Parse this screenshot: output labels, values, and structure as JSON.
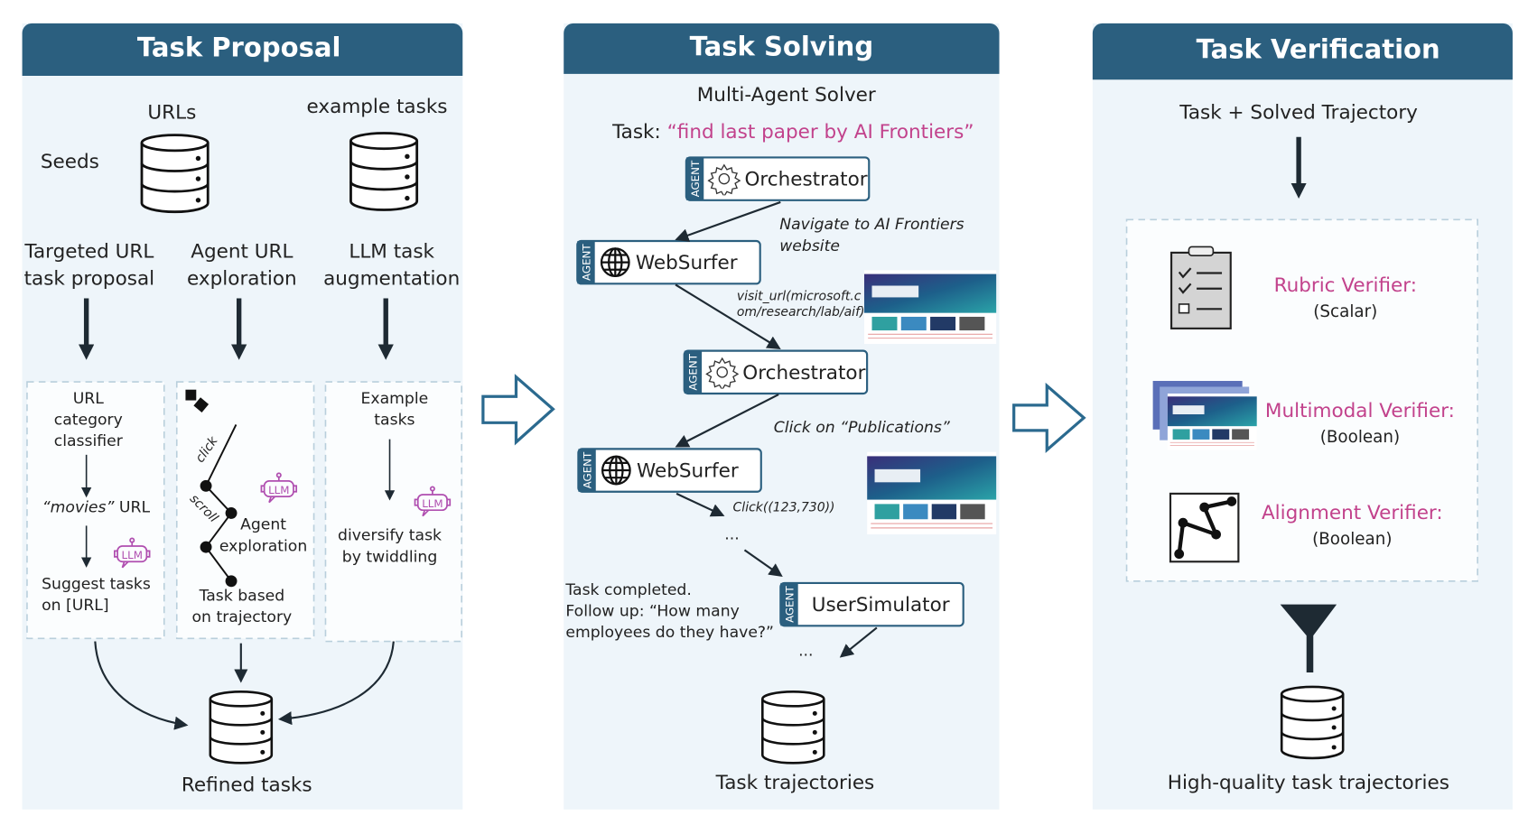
{
  "colors": {
    "header": "#2b5f7f",
    "panel": "#eef5fa",
    "accent": "#c2428c",
    "arrow_outline": "#2b6a8f"
  },
  "proposal": {
    "title": "Task Proposal",
    "urls": "URLs",
    "example_tasks": "example tasks",
    "seeds": "Seeds",
    "col1": [
      "Targeted URL",
      "task proposal"
    ],
    "col2": [
      "Agent URL",
      "exploration"
    ],
    "col3": [
      "LLM task",
      "augmentation"
    ],
    "box1": {
      "lines": [
        "URL",
        "category",
        "classifier"
      ],
      "movies_quote": "“movies”",
      "movies_rest": " URL",
      "suggest": [
        "Suggest tasks",
        "on [URL]"
      ]
    },
    "box2": {
      "click": "click",
      "scroll": "scroll",
      "agent": [
        "Agent",
        "exploration"
      ],
      "task": [
        "Task based",
        "on trajectory"
      ]
    },
    "box3": {
      "lines": [
        "Example",
        "tasks"
      ],
      "diversify": [
        "diversify task",
        "by twiddling"
      ]
    },
    "llm": "LLM",
    "refined": "Refined tasks"
  },
  "solving": {
    "title": "Task Solving",
    "subtitle": "Multi-Agent Solver",
    "task_label": "Task: ",
    "task_text": "“find last paper by AI Frontiers”",
    "agent_tag": "AGENT",
    "agents": [
      "Orchestrator",
      "WebSurfer",
      "Orchestrator",
      "WebSurfer",
      "UserSimulator"
    ],
    "step1": [
      "Navigate to AI Frontiers",
      "website"
    ],
    "action1": [
      "visit_url(microsoft.c",
      "om/research/lab/aif)"
    ],
    "step2": "Click on “Publications”",
    "action2": "Click((123,730))",
    "ellipsis": "...",
    "followup": [
      "Task completed.",
      "Follow up: “How many",
      "employees do they have?”"
    ],
    "output": "Task trajectories"
  },
  "verification": {
    "title": "Task Verification",
    "input": "Task + Solved Trajectory",
    "verifiers": [
      {
        "name": "Rubric Verifier:",
        "type": "(Scalar)"
      },
      {
        "name": "Multimodal Verifier:",
        "type": "(Boolean)"
      },
      {
        "name": "Alignment Verifier:",
        "type": "(Boolean)"
      }
    ],
    "output": "High-quality task trajectories"
  }
}
